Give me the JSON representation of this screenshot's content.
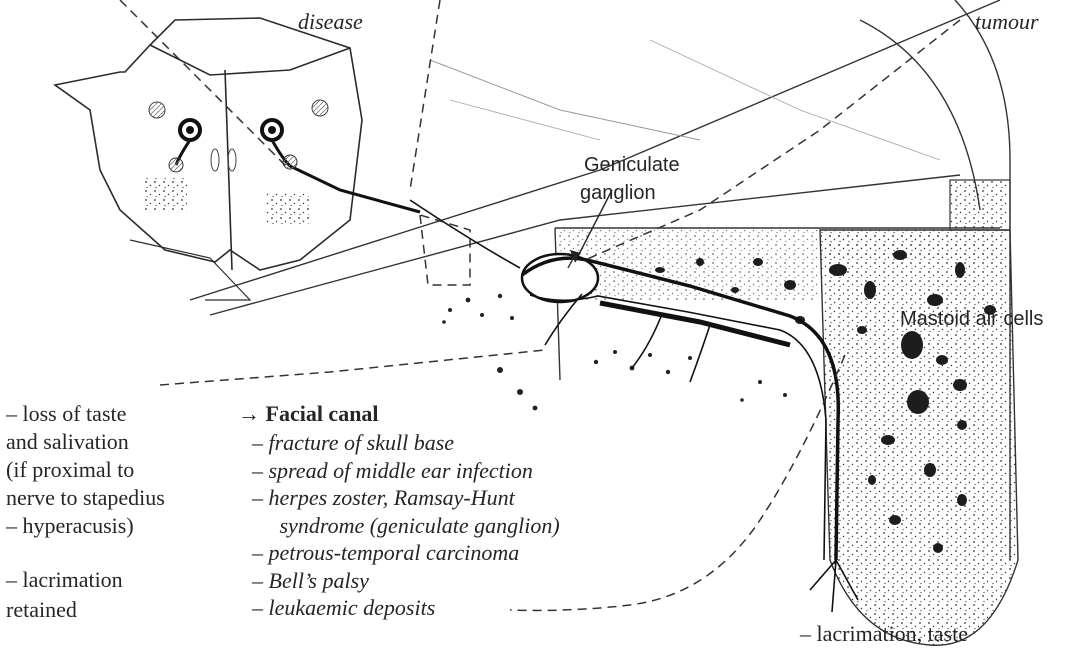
{
  "labels": {
    "disease": "disease",
    "tumour": "tumour",
    "geniculate": [
      "Geniculate",
      "ganglion"
    ],
    "mastoid": "Mastoid air cells"
  },
  "left_effects": {
    "taste": [
      "– loss of taste",
      "and salivation",
      "(if proximal to",
      "nerve to stapedius",
      "– hyperacusis)"
    ],
    "lacrimation": [
      "– lacrimation",
      "retained"
    ]
  },
  "facial_canal": {
    "heading": "→ Facial canal",
    "causes": [
      "–  fracture of skull base",
      "–  spread of middle ear infection",
      "–  herpes zoster, Ramsay-Hunt",
      "     syndrome (geniculate ganglion)",
      "–  petrous-temporal carcinoma",
      "–  Bell’s palsy",
      "–  leukaemic deposits"
    ]
  },
  "bottom_right": "–  lacrimation, taste"
}
